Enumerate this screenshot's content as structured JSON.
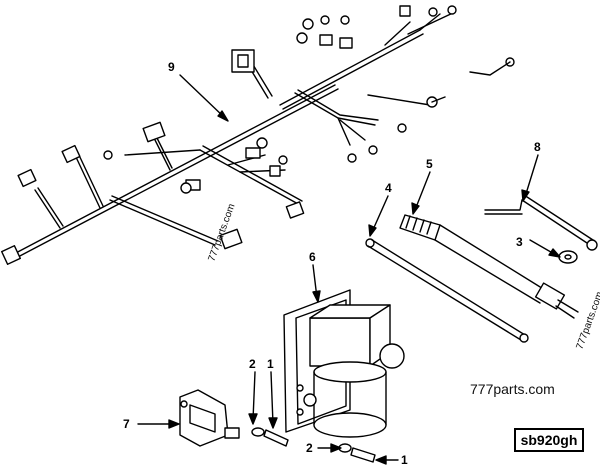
{
  "callouts": {
    "c1": "1",
    "c2": "2",
    "c3": "3",
    "c4": "4",
    "c5": "5",
    "c6": "6",
    "c7": "7",
    "c8": "8",
    "c9": "9"
  },
  "watermark_main": "777parts.com",
  "watermark_small_left": "777parts.com",
  "watermark_small_right": "777parts.com",
  "drawing_code": "sb920gh",
  "colors": {
    "ink": "#000000",
    "background": "#ffffff"
  }
}
